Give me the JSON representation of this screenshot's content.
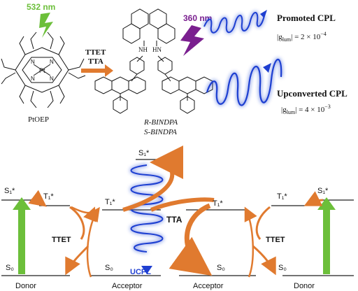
{
  "top": {
    "green_light": "532 nm",
    "violet_light": "360 nm",
    "arrow_label_1": "TTET",
    "arrow_label_2": "TTA",
    "sensitizer": "PtOEP",
    "emitter_r": "R-BINDPA",
    "emitter_s": "S-BINDPA",
    "promoted_cpl": "Promoted CPL",
    "promoted_glum_prefix": "|g",
    "promoted_glum_sub": "lum",
    "promoted_glum_value": "| = 2 × 10",
    "promoted_glum_exp": "−4",
    "upconverted_cpl": "Upconverted CPL",
    "upconverted_glum_prefix": "|g",
    "upconverted_glum_sub": "lum",
    "upconverted_glum_value": "| = 4 × 10",
    "upconverted_glum_exp": "−3",
    "nh_left": "NH",
    "nh_right": "HN",
    "pt": "Pt",
    "n_labels": [
      "N",
      "N",
      "N",
      "N"
    ]
  },
  "bottom": {
    "left_s1": "S₁*",
    "left_t1": "T₁*",
    "left_s0": "S₀",
    "left_donor": "Donor",
    "ttet_left": "TTET",
    "acc_t1": "T₁*",
    "acc_s0": "S₀",
    "acceptor_left": "Acceptor",
    "top_s1": "S₁*",
    "ucpl": "UCPL",
    "tta": "TTA",
    "acc2_t1": "T₁*",
    "acc2_s0": "S₀",
    "acceptor_right": "Acceptor",
    "ttet_right": "TTET",
    "right_t1": "T₁*",
    "right_s1": "S₁*",
    "right_s0": "S₀",
    "right_donor": "Donor"
  },
  "colors": {
    "green": "#6cbf3a",
    "violet": "#7a1f8f",
    "orange": "#e07a2f",
    "blue": "#1f3fd1",
    "glow": "#8aa0ff",
    "level": "#222222"
  }
}
